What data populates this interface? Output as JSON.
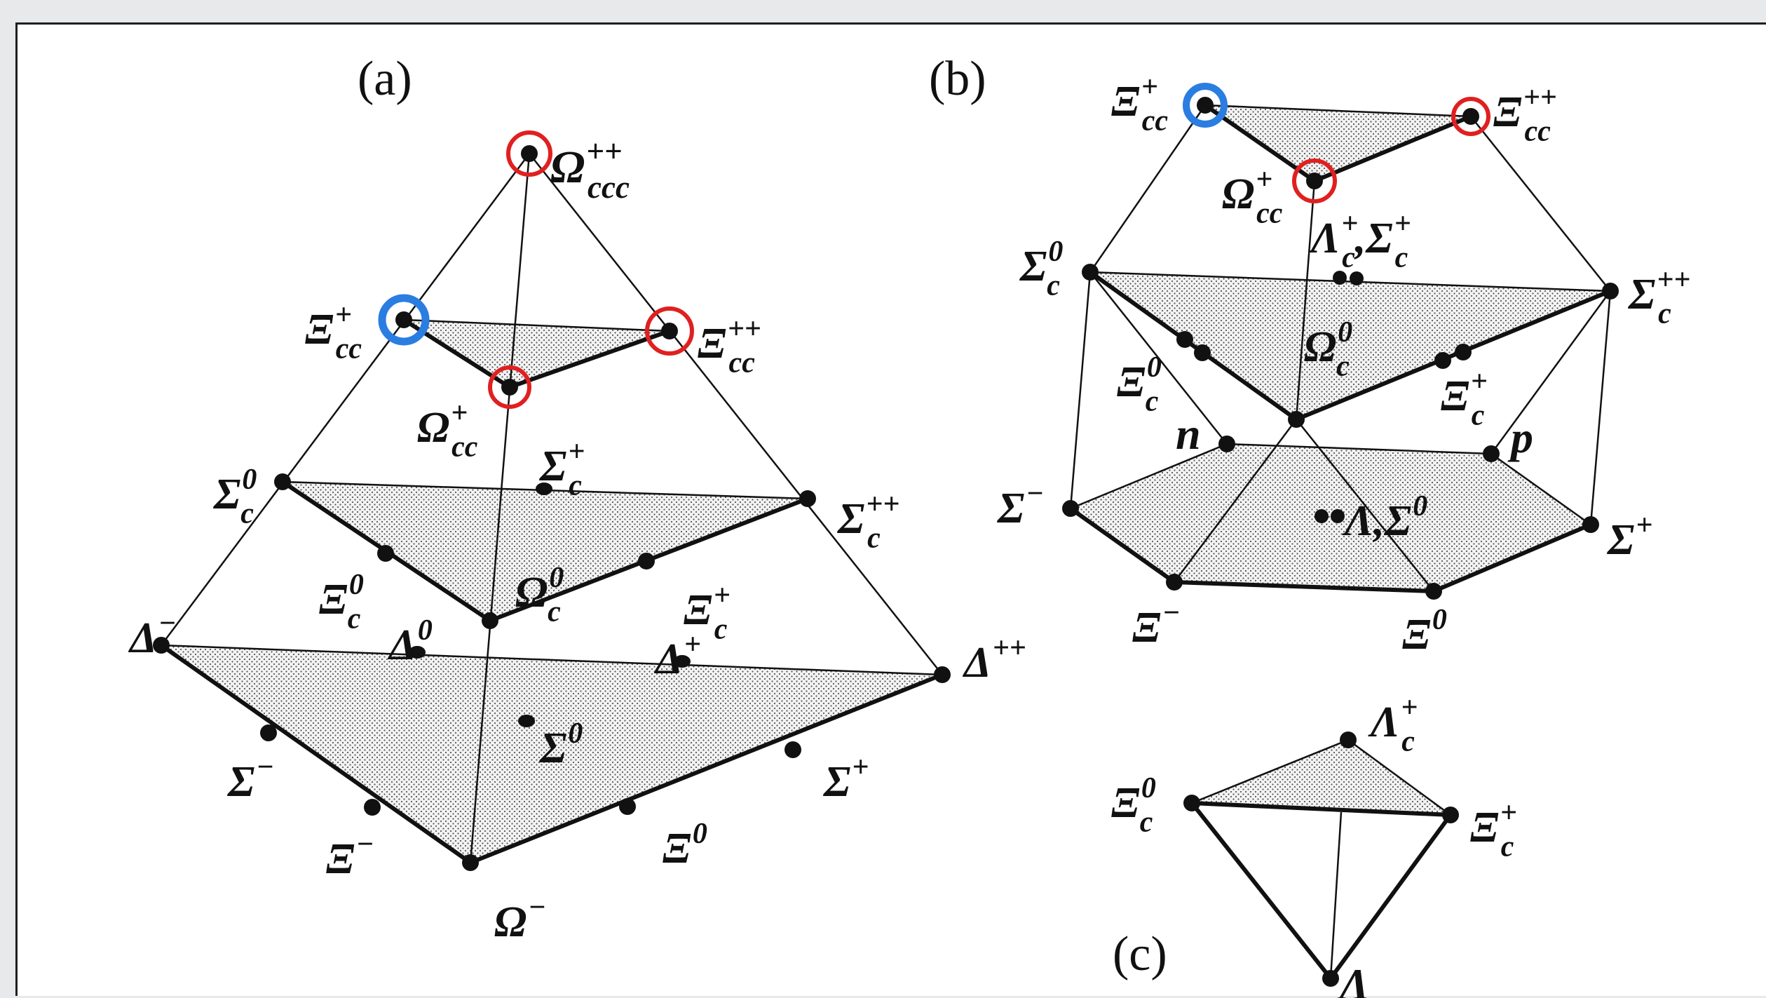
{
  "colors": {
    "background": "#e8e9ea",
    "figure_background": "#ffffff",
    "ink": "#111111",
    "highlight_red": "#e02020",
    "highlight_blue": "#2a7de1",
    "face_fill": "#eeeeee"
  },
  "panels": {
    "a": {
      "label": "(a)",
      "particles": {
        "omega_ccc": {
          "base": "Ω",
          "sup": "++",
          "sub": "ccc"
        },
        "xi_cc_plus": {
          "base": "Ξ",
          "sup": "+",
          "sub": "cc"
        },
        "xi_cc_pp": {
          "base": "Ξ",
          "sup": "++",
          "sub": "cc"
        },
        "omega_cc": {
          "base": "Ω",
          "sup": "+",
          "sub": "cc"
        },
        "sigma_c0": {
          "base": "Σ",
          "sup": "0",
          "sub": "c"
        },
        "sigma_cp": {
          "base": "Σ",
          "sup": "+",
          "sub": "c"
        },
        "sigma_cpp": {
          "base": "Σ",
          "sup": "++",
          "sub": "c"
        },
        "xi_c0": {
          "base": "Ξ",
          "sup": "0",
          "sub": "c"
        },
        "omega_c0": {
          "base": "Ω",
          "sup": "0",
          "sub": "c"
        },
        "xi_cp": {
          "base": "Ξ",
          "sup": "+",
          "sub": "c"
        },
        "delta_m": {
          "base": "Δ",
          "sup": "−",
          "sub": ""
        },
        "delta_0": {
          "base": "Δ",
          "sup": "0",
          "sub": ""
        },
        "delta_p": {
          "base": "Δ",
          "sup": "+",
          "sub": ""
        },
        "delta_pp": {
          "base": "Δ",
          "sup": "++",
          "sub": ""
        },
        "sigma_0": {
          "base": "Σ",
          "sup": "0",
          "sub": ""
        },
        "sigma_m": {
          "base": "Σ",
          "sup": "−",
          "sub": ""
        },
        "sigma_p": {
          "base": "Σ",
          "sup": "+",
          "sub": ""
        },
        "xi_m": {
          "base": "Ξ",
          "sup": "−",
          "sub": ""
        },
        "xi_0": {
          "base": "Ξ",
          "sup": "0",
          "sub": ""
        },
        "omega_m": {
          "base": "Ω",
          "sup": "−",
          "sub": ""
        }
      }
    },
    "b": {
      "label": "(b)",
      "particles": {
        "xi_cc_plus": {
          "base": "Ξ",
          "sup": "+",
          "sub": "cc"
        },
        "xi_cc_pp": {
          "base": "Ξ",
          "sup": "++",
          "sub": "cc"
        },
        "omega_cc": {
          "base": "Ω",
          "sup": "+",
          "sub": "cc"
        },
        "lambda_sigma_c": {
          "base": "Λ",
          "sup": "+",
          "sub": "c",
          "tail": ",Σ",
          "tail_sup": "+",
          "tail_sub": "c"
        },
        "sigma_c0": {
          "base": "Σ",
          "sup": "0",
          "sub": "c"
        },
        "sigma_cpp": {
          "base": "Σ",
          "sup": "++",
          "sub": "c"
        },
        "xi_c0": {
          "base": "Ξ",
          "sup": "0",
          "sub": "c"
        },
        "omega_c0": {
          "base": "Ω",
          "sup": "0",
          "sub": "c"
        },
        "xi_cp": {
          "base": "Ξ",
          "sup": "+",
          "sub": "c"
        },
        "n": {
          "base": "n",
          "sup": "",
          "sub": ""
        },
        "p": {
          "base": "p",
          "sup": "",
          "sub": ""
        },
        "sigma_m": {
          "base": "Σ",
          "sup": "−",
          "sub": ""
        },
        "sigma_p": {
          "base": "Σ",
          "sup": "+",
          "sub": ""
        },
        "lambda_sigma0": {
          "base": "Λ,Σ",
          "sup": "0",
          "sub": ""
        },
        "xi_m": {
          "base": "Ξ",
          "sup": "−",
          "sub": ""
        },
        "xi_0": {
          "base": "Ξ",
          "sup": "0",
          "sub": ""
        }
      }
    },
    "c": {
      "label": "(c)",
      "particles": {
        "lambda_c": {
          "base": "Λ",
          "sup": "+",
          "sub": "c"
        },
        "xi_c0": {
          "base": "Ξ",
          "sup": "0",
          "sub": "c"
        },
        "xi_cp": {
          "base": "Ξ",
          "sup": "+",
          "sub": "c"
        },
        "lambda": {
          "base": "Λ",
          "sup": "",
          "sub": ""
        }
      }
    }
  }
}
